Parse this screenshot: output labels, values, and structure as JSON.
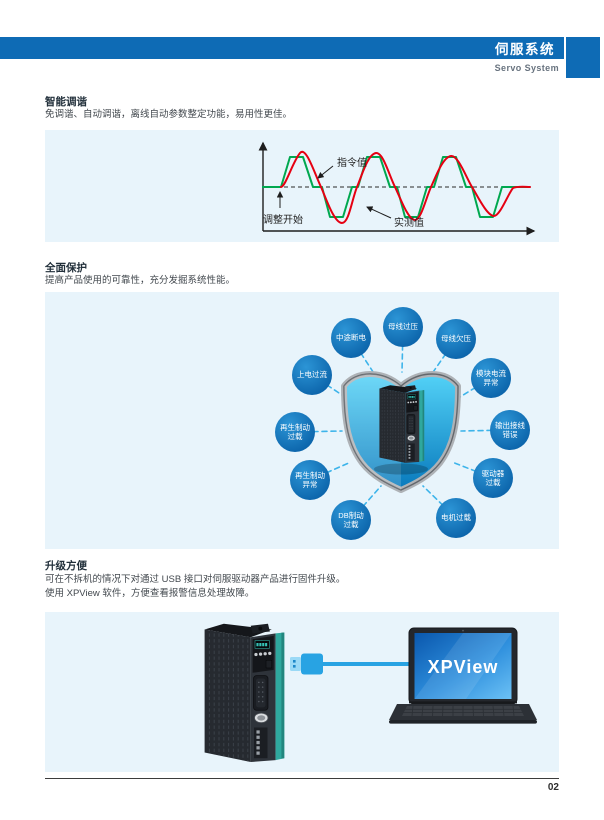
{
  "header": {
    "title": "伺服系统",
    "subtitle": "Servo System"
  },
  "sections": {
    "tuning": {
      "title": "智能调谐",
      "description": "免调谐、自动调谐，离线自动参数整定功能，易用性更佳。"
    },
    "protection": {
      "title": "全面保护",
      "description": "提高产品使用的可靠性，充分发掘系统性能。"
    },
    "upgrade": {
      "title": "升级方便",
      "description_line1": "可在不拆机的情况下对通过 USB 接口对伺服驱动器产品进行固件升级。",
      "description_line2": "使用 XPView 软件，方便查看报警信息处理故障。",
      "software_label": "XPView"
    }
  },
  "chart": {
    "command_label": "指令值",
    "measured_label": "实测值",
    "start_label": "调整开始"
  },
  "chart_data": {
    "type": "line",
    "title": "",
    "xlabel": "",
    "ylabel": "",
    "x_axis": "time (no tick labels, arrow axis)",
    "y_axis": "amplitude (no tick labels, dashed zero line)",
    "grid": false,
    "legend_position": "inline annotations with leader arrows",
    "annotations": [
      "指令值",
      "实测值",
      "调整开始"
    ],
    "series": [
      {
        "name": "指令值",
        "color": "#00a84f",
        "shape": "trapezoidal command profile, 3 positive and 3 negative pulses",
        "x": [
          0,
          19,
          28,
          41,
          51,
          60,
          68,
          81,
          90,
          96,
          105,
          118,
          128,
          135,
          143,
          156,
          165,
          172,
          181,
          194,
          204,
          210,
          218,
          231,
          240,
          268
        ],
        "y": [
          0,
          0,
          1,
          1,
          0,
          0,
          -1,
          -1,
          0,
          0,
          1,
          1,
          0,
          0,
          -1,
          -1,
          0,
          0,
          1,
          1,
          0,
          0,
          -1,
          -1,
          0,
          0
        ]
      },
      {
        "name": "实测值",
        "color": "#e60012",
        "shape": "smooth measured response; overshoot decays as auto-tuning converges",
        "x": [
          19,
          38,
          59,
          80,
          95,
          114,
          133,
          153,
          169,
          189,
          210,
          232,
          251,
          268
        ],
        "y": [
          0,
          1.15,
          0,
          -1.2,
          0,
          1.12,
          0,
          -1.1,
          0,
          1.03,
          0,
          -0.97,
          0.05,
          0
        ]
      }
    ]
  },
  "protection": {
    "badges": [
      {
        "label": "中途断电"
      },
      {
        "label": "母线过压"
      },
      {
        "label": "母线欠压"
      },
      {
        "label": "上电过流"
      },
      {
        "label": "模块电流\n异常"
      },
      {
        "label": "再生制动\n过载"
      },
      {
        "label": "输出接线\n错误"
      },
      {
        "label": "再生制动\n异常"
      },
      {
        "label": "驱动器\n过载"
      },
      {
        "label": "DB制动\n过载"
      },
      {
        "label": "电机过载"
      }
    ]
  },
  "page_number": "02",
  "colors": {
    "accent_blue": "#0e6bb5",
    "panel_bg": "#e8f4fb",
    "command_green": "#00a84f",
    "measured_red": "#e60012",
    "badge_blue": "#0d66ac",
    "connector_dash": "#3db4ea",
    "shield_cyan": "#17a8e0",
    "device_teal": "#2fa89e"
  }
}
